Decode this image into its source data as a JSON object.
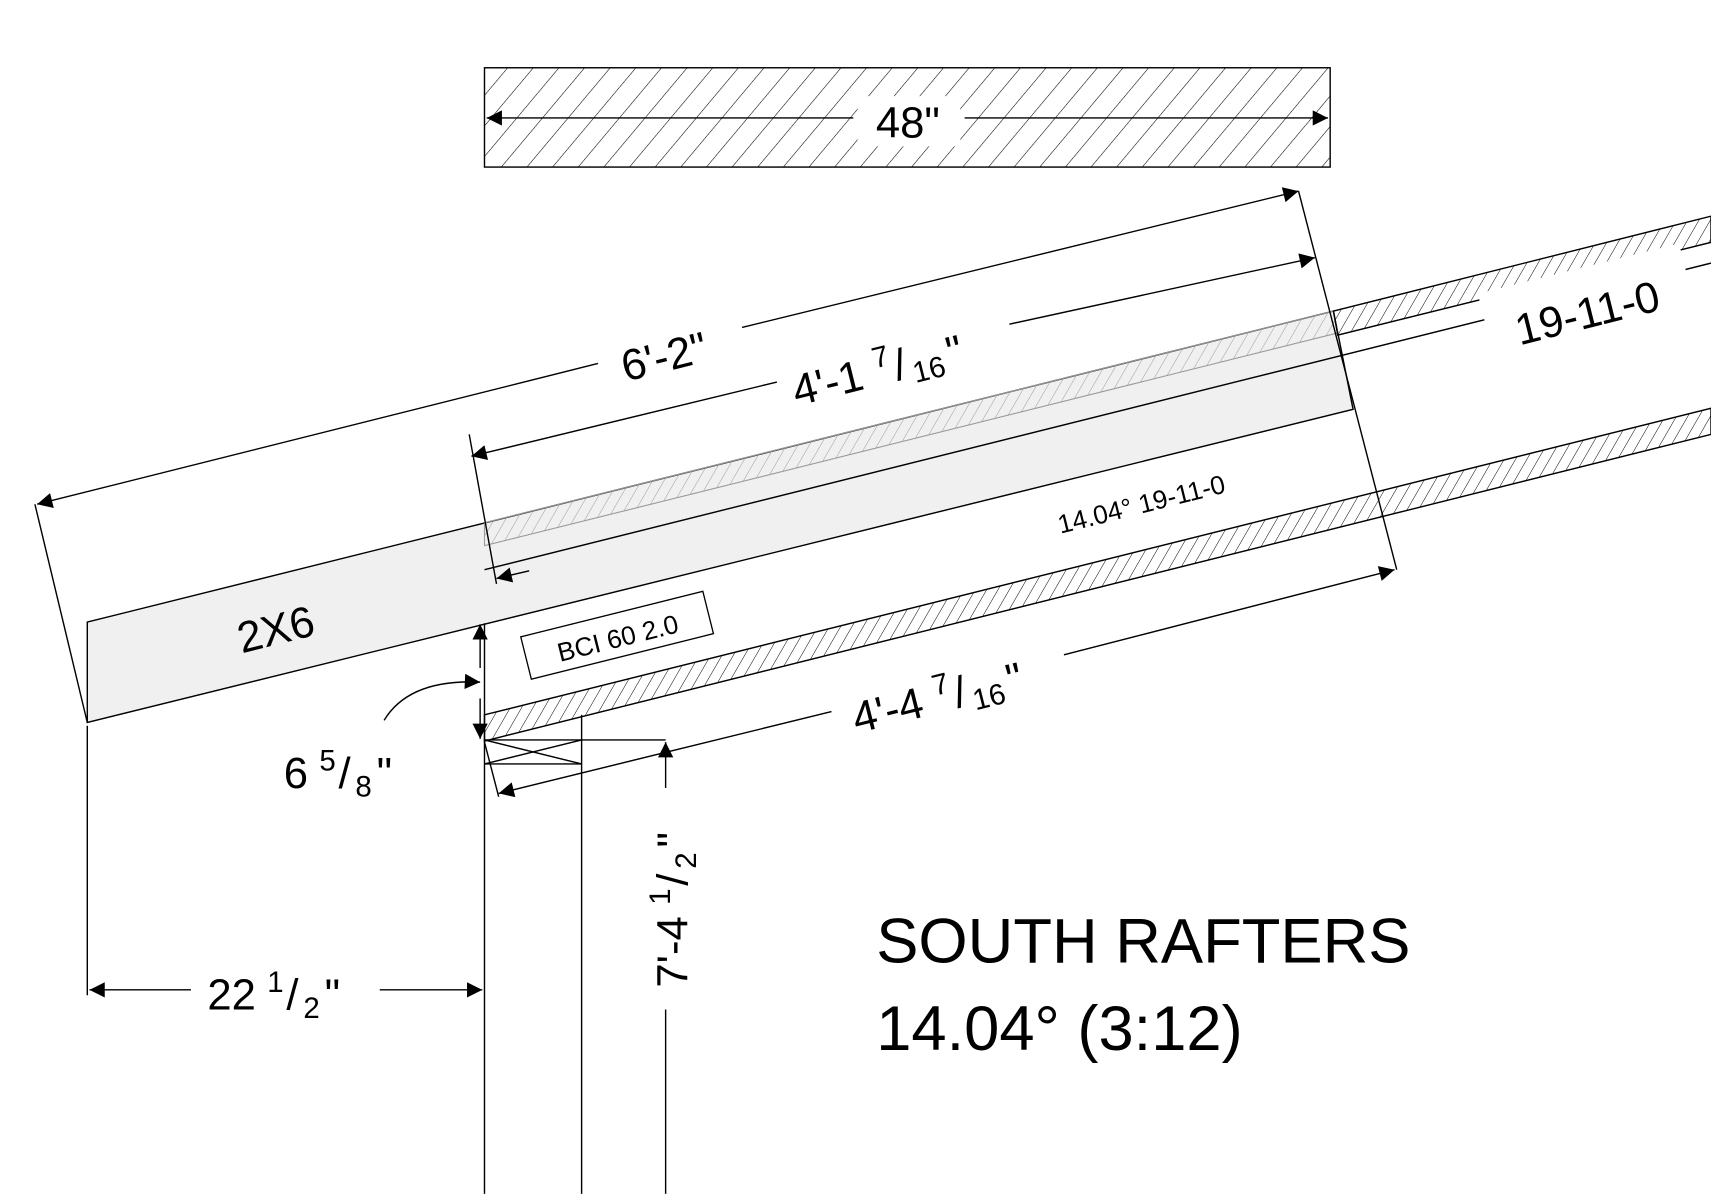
{
  "drawing": {
    "title": "SOUTH RAFTERS",
    "subtitle": "14.04°  (3:12)",
    "member_label": "2X6",
    "joist_tag": "BCI 60  2.0",
    "rafter_note": "14.04°   19-11-0",
    "rafter_length_label": "19-11-0",
    "colors": {
      "line": "#000000",
      "member_fill": "#f0f0f0",
      "hatch_light": "#9a9a9a"
    }
  },
  "dimensions": {
    "panel_width": "48\"",
    "overall": "6'-2\"",
    "upper": {
      "whole": "4'-1",
      "num": "7",
      "den": "16",
      "unit": "\""
    },
    "lower": {
      "whole": "4'-4",
      "num": "7",
      "den": "16",
      "unit": "\""
    },
    "depth": {
      "whole": "6",
      "num": "5",
      "den": "8",
      "unit": "\""
    },
    "overhang": {
      "whole": "22",
      "num": "1",
      "den": "2",
      "unit": "\""
    },
    "wall_height": {
      "whole": "7'-4",
      "num": "1",
      "den": "2",
      "unit": "\""
    }
  }
}
